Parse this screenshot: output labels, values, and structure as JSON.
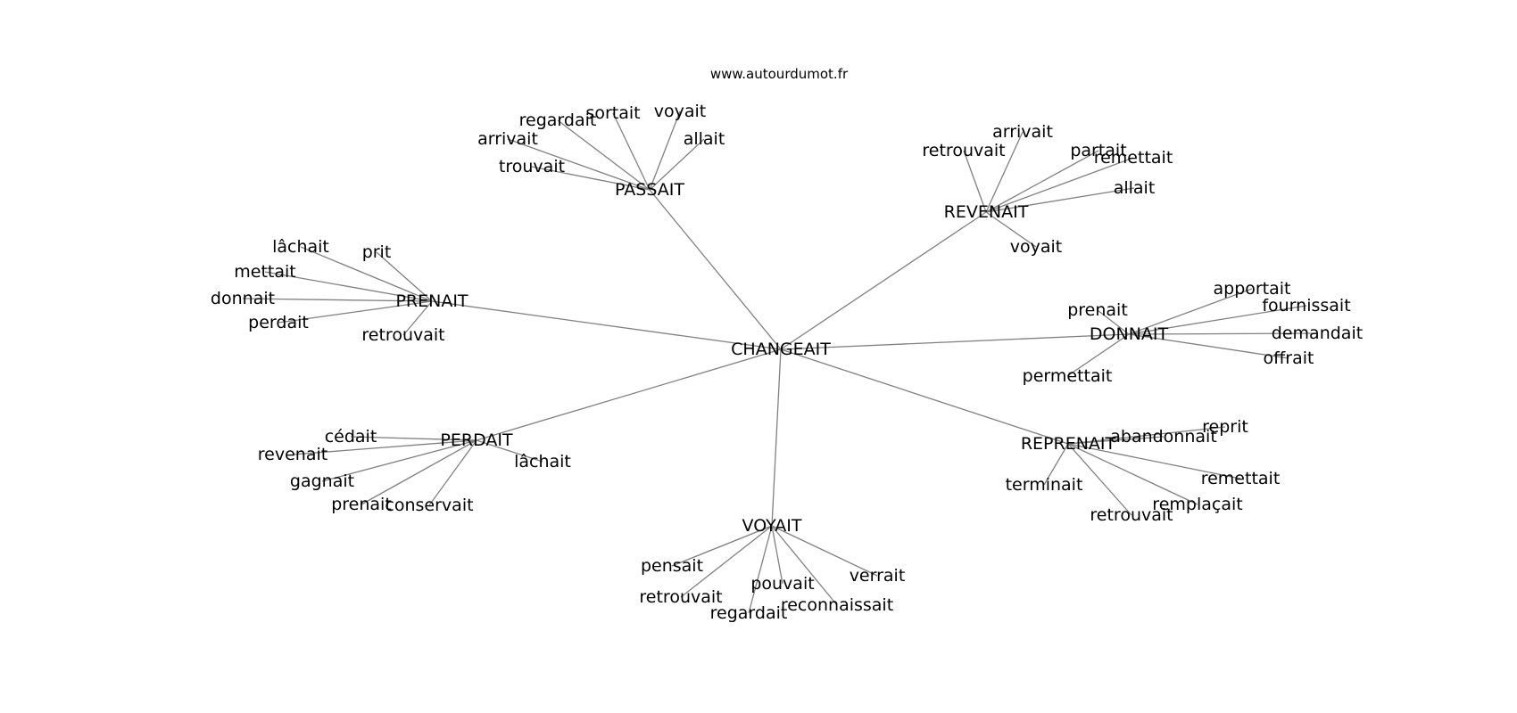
{
  "source": "www.autourdumot.fr",
  "center": "CHANGEAIT",
  "clusters": [
    {
      "hub": "PASSAIT",
      "leaves": [
        "regardait",
        "sortait",
        "voyait",
        "arrivait",
        "allait",
        "trouvait"
      ]
    },
    {
      "hub": "REVENAIT",
      "leaves": [
        "arrivait",
        "retrouvait",
        "partait",
        "remettait",
        "allait",
        "voyait"
      ]
    },
    {
      "hub": "PRENAIT",
      "leaves": [
        "lâchait",
        "prit",
        "mettait",
        "donnait",
        "perdait",
        "retrouvait"
      ]
    },
    {
      "hub": "DONNAIT",
      "leaves": [
        "apportait",
        "prenait",
        "fournissait",
        "demandait",
        "offrait",
        "permettait"
      ]
    },
    {
      "hub": "PERDAIT",
      "leaves": [
        "cédait",
        "revenait",
        "gagnait",
        "lâchait",
        "prenait",
        "conservait"
      ]
    },
    {
      "hub": "REPRENAIT",
      "leaves": [
        "reprit",
        "abandonnait",
        "terminait",
        "remettait",
        "remplaçait",
        "retrouvait"
      ]
    },
    {
      "hub": "VOYAIT",
      "leaves": [
        "pensait",
        "verrait",
        "pouvait",
        "retrouvait",
        "reconnaissait",
        "regardait"
      ]
    }
  ]
}
